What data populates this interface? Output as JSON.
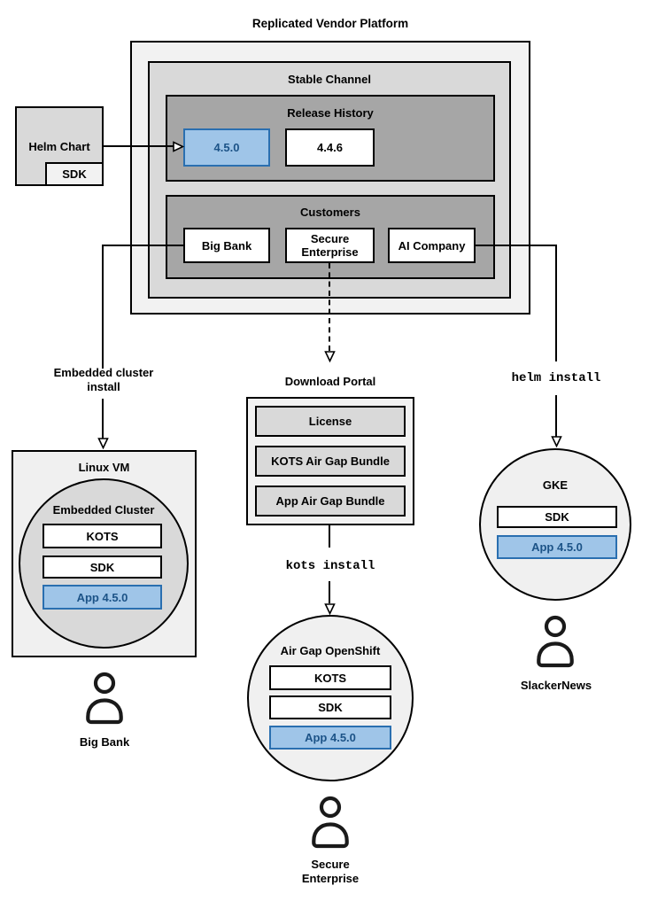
{
  "colors": {
    "canvas_bg": "#ffffff",
    "outline": "#000000",
    "light_gray": "#f2f2f2",
    "mid_gray": "#d9d9d9",
    "dark_gray": "#a6a6a6",
    "highlight_fill": "#9fc5e8",
    "highlight_border": "#2a6fb0",
    "highlight_text": "#1c5387"
  },
  "platform": {
    "title": "Replicated Vendor Platform",
    "stable_channel_title": "Stable Channel",
    "release_history_title": "Release History",
    "releases": [
      {
        "label": "4.5.0",
        "highlighted": true
      },
      {
        "label": "4.4.6",
        "highlighted": false
      }
    ],
    "customers_title": "Customers",
    "customers": [
      {
        "label": "Big Bank"
      },
      {
        "label": "Secure Enterprise"
      },
      {
        "label": "AI Company"
      }
    ]
  },
  "helm_chart": {
    "label": "Helm Chart",
    "sdk_label": "SDK"
  },
  "flows": {
    "embedded": {
      "edge_label": "Embedded cluster install",
      "target_title": "Linux VM",
      "cluster_title": "Embedded Cluster",
      "components": [
        {
          "label": "KOTS",
          "highlighted": false
        },
        {
          "label": "SDK",
          "highlighted": false
        },
        {
          "label": "App 4.5.0",
          "highlighted": true
        }
      ],
      "persona": "Big Bank"
    },
    "airgap": {
      "portal_title": "Download Portal",
      "portal_items": [
        {
          "label": "License"
        },
        {
          "label": "KOTS Air Gap Bundle"
        },
        {
          "label": "App Air Gap Bundle"
        }
      ],
      "edge_label": "kots install",
      "target_title": "Air Gap OpenShift",
      "components": [
        {
          "label": "KOTS",
          "highlighted": false
        },
        {
          "label": "SDK",
          "highlighted": false
        },
        {
          "label": "App 4.5.0",
          "highlighted": true
        }
      ],
      "persona": "Secure Enterprise"
    },
    "helm": {
      "edge_label": "helm install",
      "target_title": "GKE",
      "components": [
        {
          "label": "SDK",
          "highlighted": false
        },
        {
          "label": "App 4.5.0",
          "highlighted": true
        }
      ],
      "persona": "SlackerNews"
    }
  }
}
